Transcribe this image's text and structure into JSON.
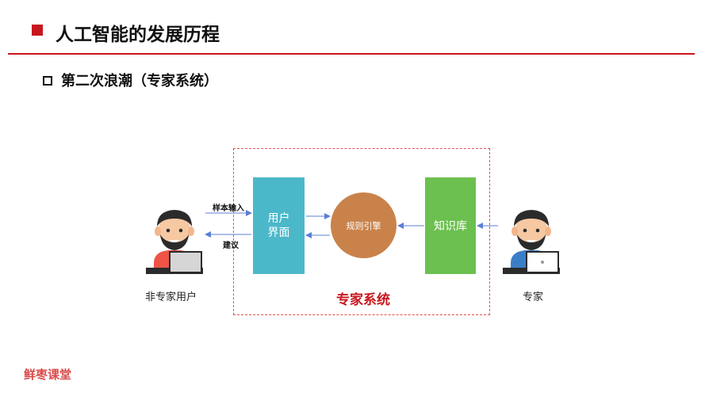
{
  "header": {
    "title": "人工智能的发展历程",
    "subtitle": "第二次浪潮（专家系统）"
  },
  "diagram": {
    "user_interface_label": "用户界面",
    "inference_engine_label": "规则引擎",
    "knowledge_base_label": "知识库",
    "system_label": "专家系统",
    "input_edge_label": "样本输入",
    "advice_edge_label": "建议",
    "non_expert_label": "非专家用户",
    "expert_label": "专家",
    "colors": {
      "accent_red": "#c8161d",
      "interface_teal": "#4bb8c9",
      "engine_orange": "#c9824a",
      "knowledge_green": "#6cc04f",
      "arrow_blue": "#5b7fd6"
    }
  },
  "footer": {
    "brand": "鲜枣课堂"
  }
}
